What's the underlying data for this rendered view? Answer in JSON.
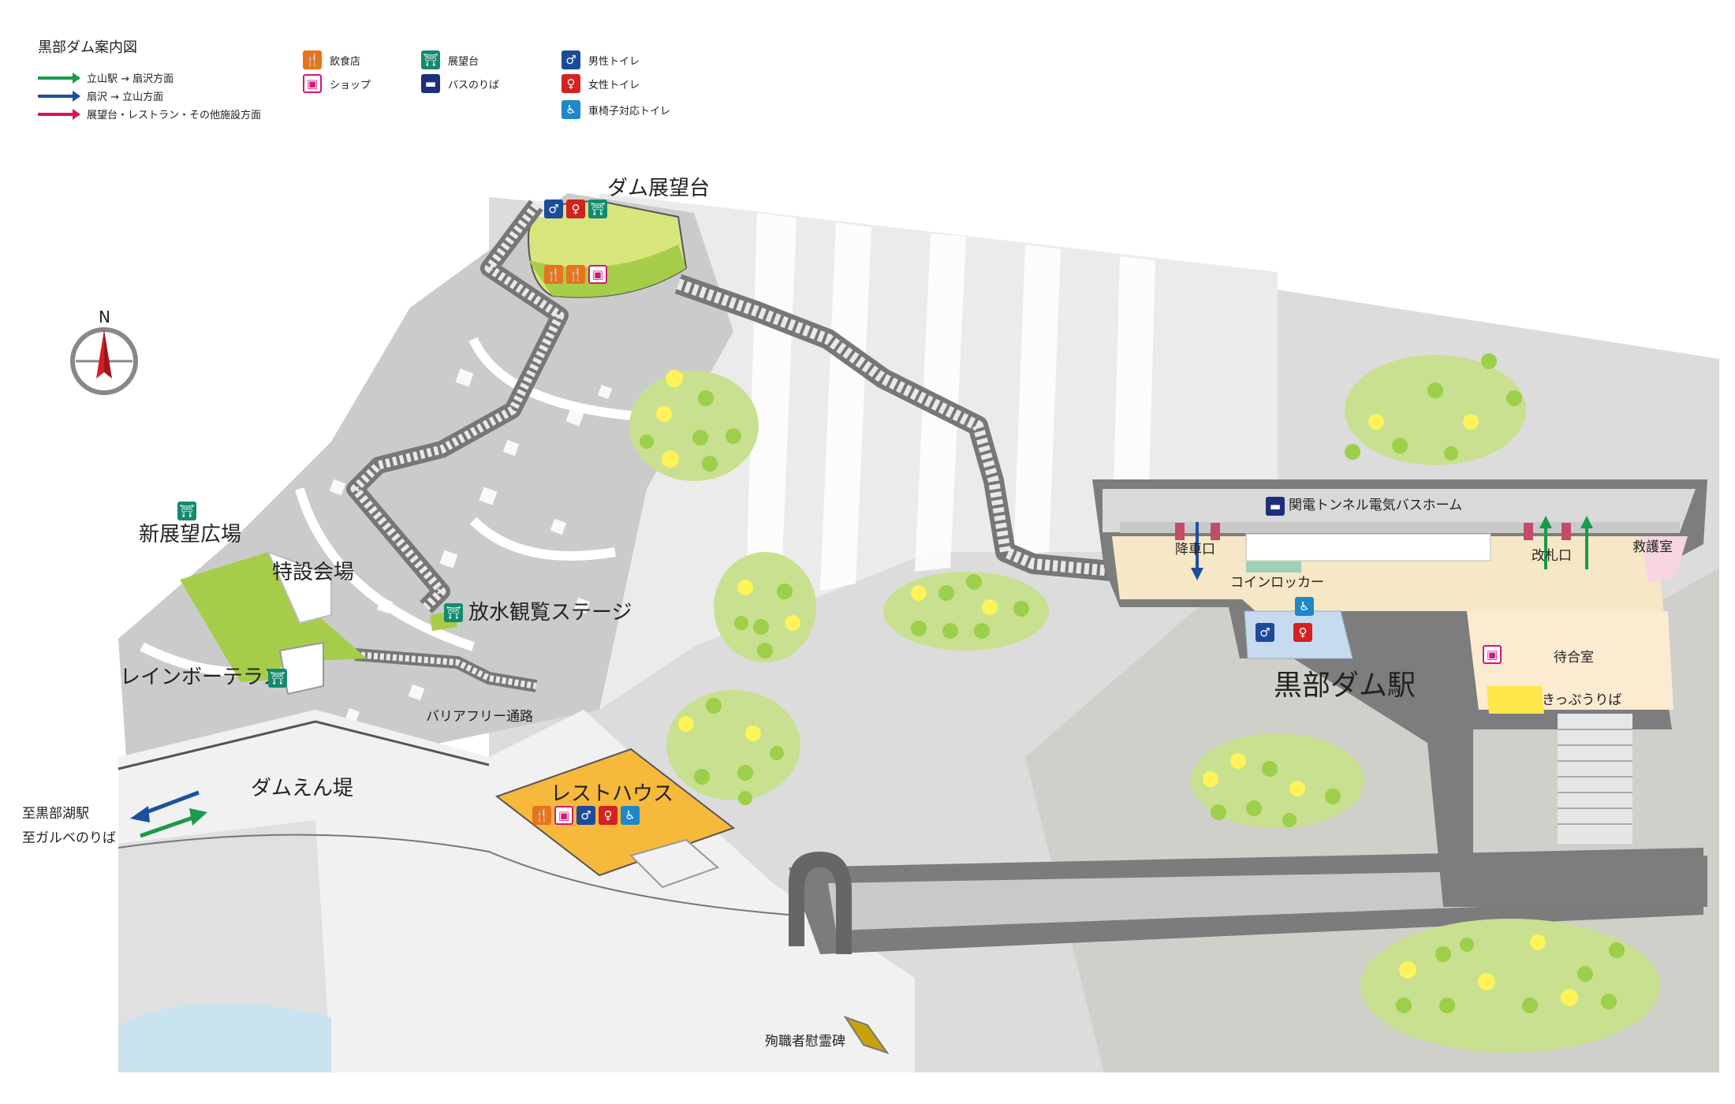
{
  "legend": {
    "title": "黒部ダム案内図",
    "routes": [
      {
        "label": "立山駅 → 扇沢方面",
        "color": "#1a9a4a"
      },
      {
        "label": "扇沢 → 立山方面",
        "color": "#1c4fa0"
      },
      {
        "label": "展望台・レストラン・その他施設方面",
        "color": "#d6155a"
      }
    ],
    "facilities": [
      {
        "icon": "restaurant-icon",
        "label": "飲食店"
      },
      {
        "icon": "shop-icon",
        "label": "ショップ"
      },
      {
        "icon": "observatory-icon",
        "label": "展望台"
      },
      {
        "icon": "bus-icon",
        "label": "バスのりば"
      },
      {
        "icon": "male-toilet-icon",
        "label": "男性トイレ"
      },
      {
        "icon": "female-toilet-icon",
        "label": "女性トイレ"
      },
      {
        "icon": "wheelchair-toilet-icon",
        "label": "車椅子対応トイレ"
      }
    ]
  },
  "compass": {
    "label": "N"
  },
  "places": {
    "dam_observatory": "ダム展望台",
    "new_observation_plaza": "新展望広場",
    "special_venue": "特設会場",
    "discharge_stage": "放水観覧ステージ",
    "rainbow_terrace": "レインボーテラス",
    "barrier_free": "バリアフリー通路",
    "dam_embankment": "ダムえん堤",
    "rest_house": "レストハウス",
    "to_kurobeko": "至黒部湖駅",
    "to_garube": "至ガルベのりば",
    "memorial": "殉職者慰霊碑",
    "kurobe_dam_station": "黒部ダム駅"
  },
  "station": {
    "bus_platform": "関電トンネル電気バスホーム",
    "exit": "降車口",
    "lockers": "コインロッカー",
    "ticket_gate": "改札口",
    "first_aid": "救護室",
    "waiting_room": "待合室",
    "ticket_office": "きっぷうりば"
  },
  "colors": {
    "green_area": "#a6cd4a",
    "rest_house": "#f6b93b",
    "station_floor": "#f6e7c6",
    "tree_leaf": "#c8e090",
    "tree_dot_green": "#9ccf4a",
    "tree_dot_yellow": "#fff35a"
  }
}
